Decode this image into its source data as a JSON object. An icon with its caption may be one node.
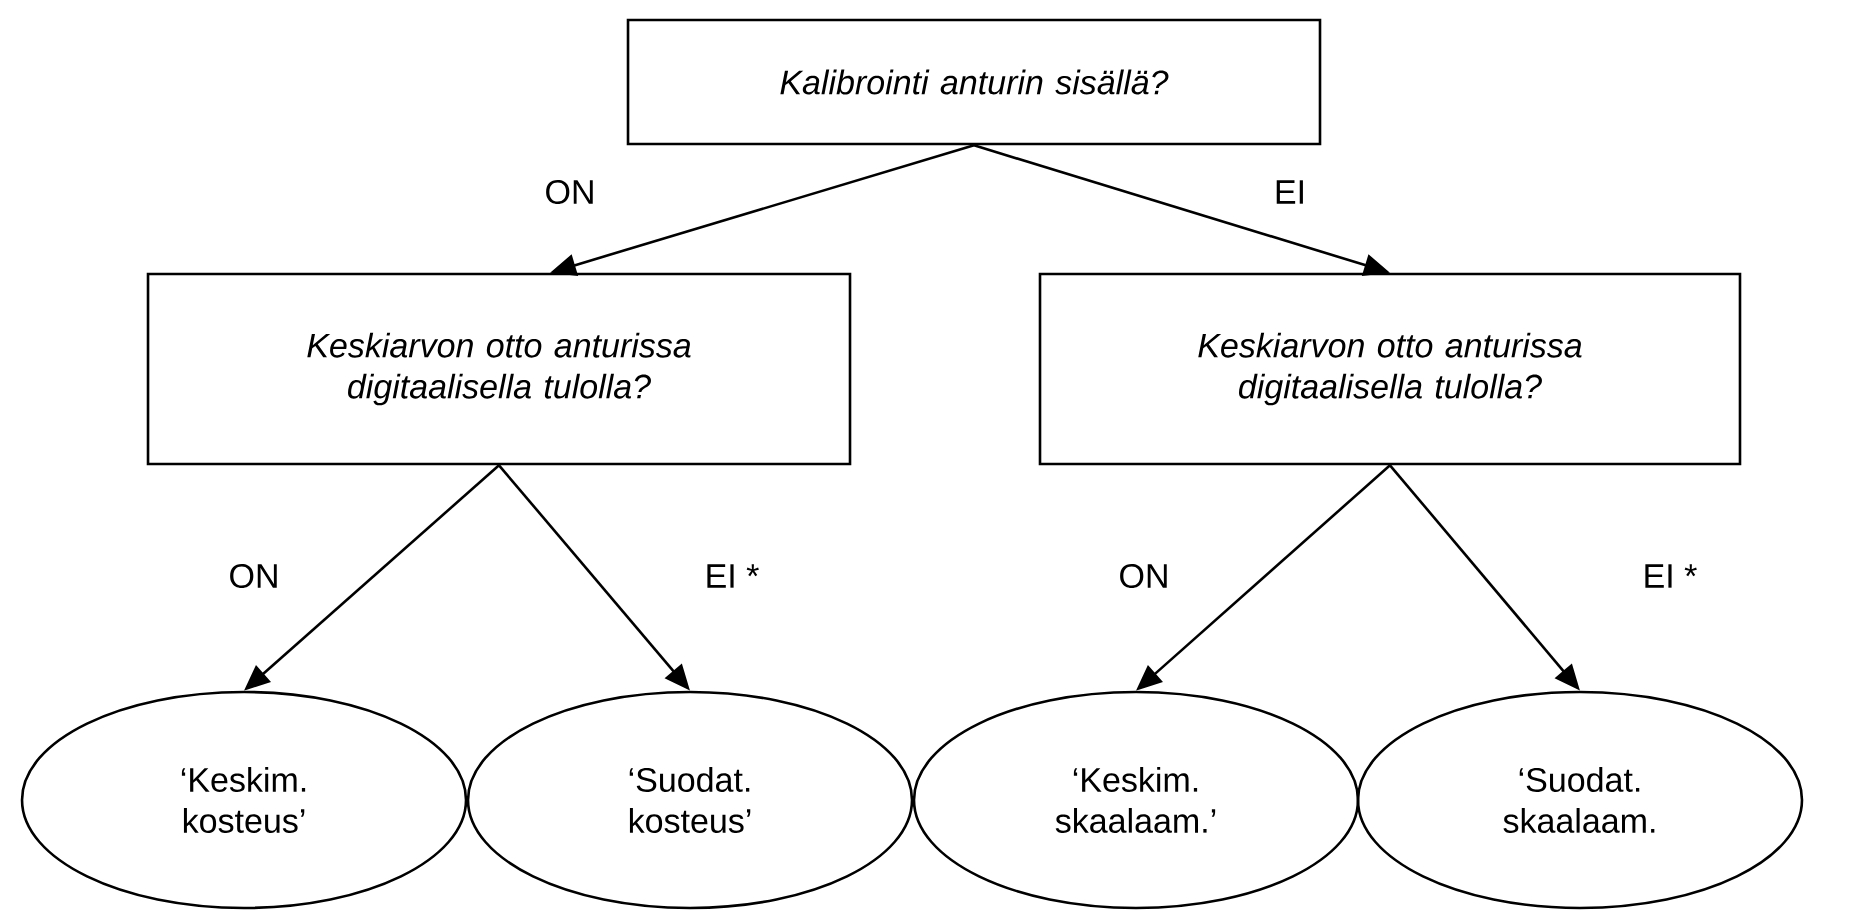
{
  "diagram": {
    "nodes": [
      {
        "text": [
          "Kalibrointi anturin sisällä?"
        ]
      },
      {
        "text": [
          "Keskiarvon otto anturissa digitaalisella tulolla?"
        ]
      },
      {
        "text": [
          "Keskiarvon otto anturissa digitaalisella tulolla?"
        ]
      },
      {
        "text": [
          "‘Keskim. kosteus’"
        ]
      },
      {
        "text": [
          "‘Suodat. kosteus’"
        ]
      },
      {
        "text": [
          "‘Keskim. skaalaam.’"
        ]
      },
      {
        "text": [
          "‘Suodat. skaalaam."
        ]
      }
    ],
    "edges": [
      {
        "from": 0,
        "to": 1,
        "arrow": "to",
        "label": "ON"
      },
      {
        "from": 0,
        "to": 2,
        "arrow": "to",
        "label": "EI"
      },
      {
        "from": 1,
        "to": 3,
        "arrow": "to",
        "label": "ON"
      },
      {
        "from": 1,
        "to": 4,
        "arrow": "to",
        "label": "EI *"
      },
      {
        "from": 2,
        "to": 5,
        "arrow": "to",
        "label": "ON"
      },
      {
        "from": 2,
        "to": 6,
        "arrow": "to",
        "label": "EI *"
      }
    ]
  }
}
